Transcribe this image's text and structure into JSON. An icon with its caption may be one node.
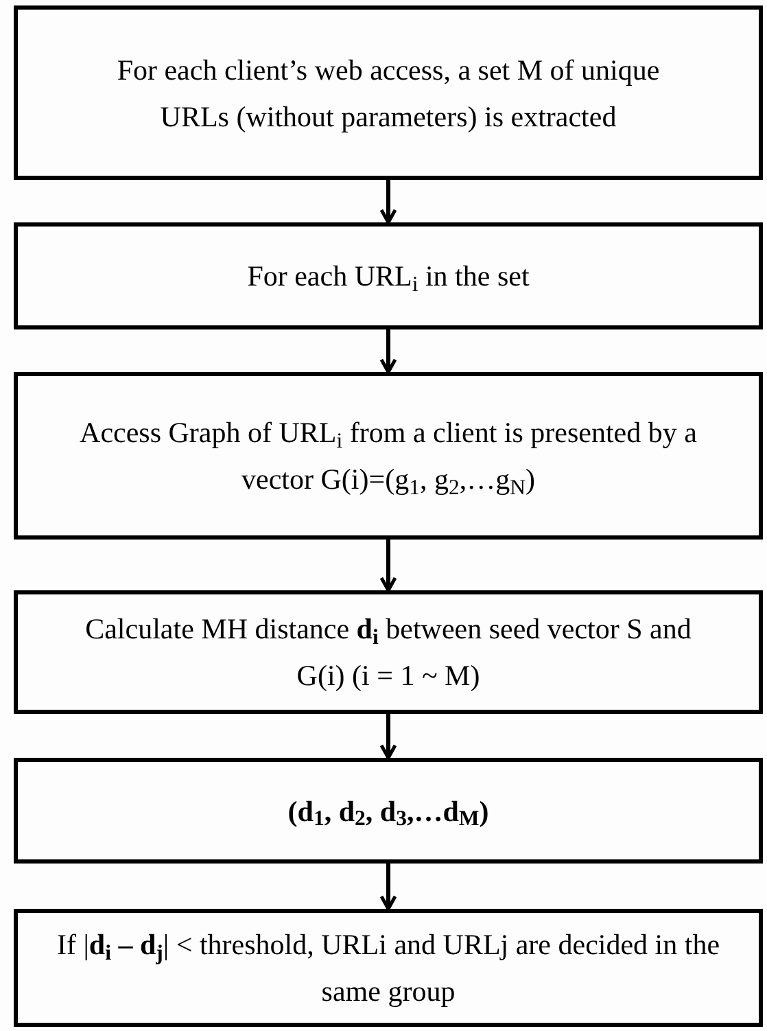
{
  "diagram": {
    "nodes": [
      {
        "text": [
          "For each client’s web access, a set M of unique URLs (without parameters) is extracted"
        ]
      },
      {
        "text": [
          "For each URL$_{i}$ in the set"
        ]
      },
      {
        "text": [
          "Access Graph of URL$_{i}$ from a client is presented by a vector G(i)=(g$_{1}$, g$_{2}$,…g$_{N}$)"
        ]
      },
      {
        "text": [
          "Calculate MH distance **d$_{i}$** between seed vector S and G(i) (i = 1 ~ M)"
        ]
      },
      {
        "text": [
          "(d$_{1}$, d$_{2}$, d$_{3}$,…d$_{M}$)"
        ]
      },
      {
        "text": [
          "If |**d$_{i}$ – d$_{j}$**| < threshold, URLi and URLj are decided in the same group"
        ]
      }
    ],
    "edges": [
      {
        "from": 0,
        "to": 1,
        "arrow": "to"
      },
      {
        "from": 1,
        "to": 2,
        "arrow": "to"
      },
      {
        "from": 2,
        "to": 3,
        "arrow": "to"
      },
      {
        "from": 3,
        "to": 4,
        "arrow": "to"
      },
      {
        "from": 4,
        "to": 5,
        "arrow": "to"
      }
    ]
  }
}
